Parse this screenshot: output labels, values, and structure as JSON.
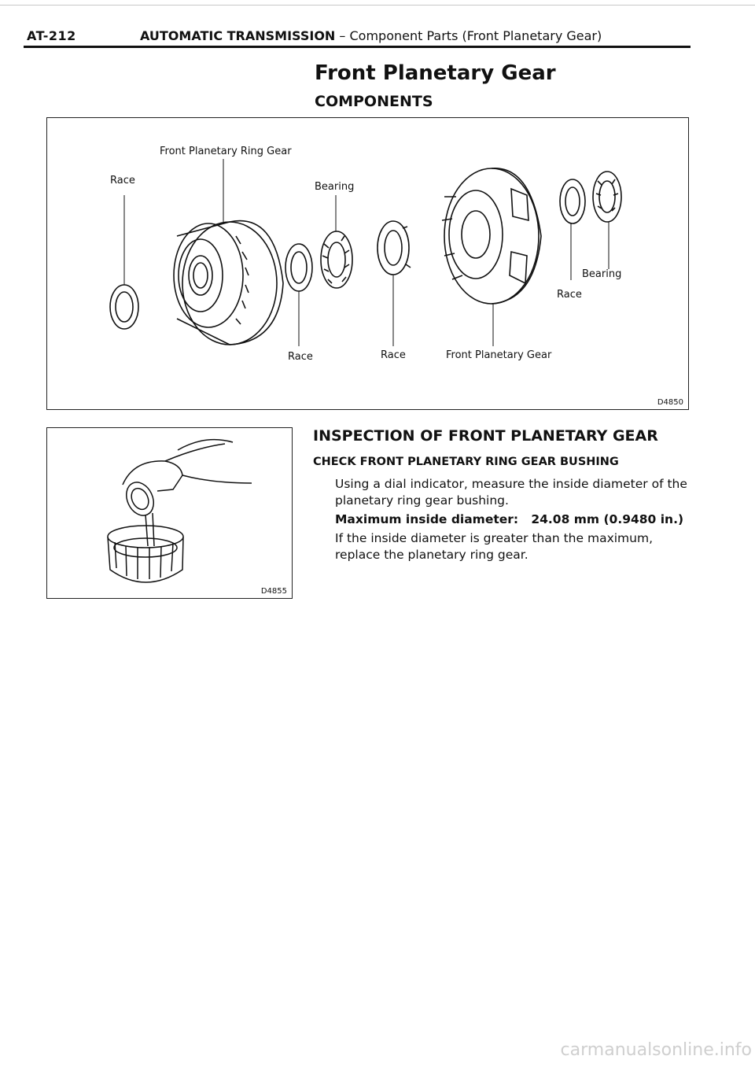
{
  "header": {
    "code": "AT-212",
    "title_bold": "AUTOMATIC TRANSMISSION",
    "title_rest": " – Component Parts (Front Planetary Gear)"
  },
  "section": {
    "title": "Front Planetary Gear",
    "subtitle": "COMPONENTS"
  },
  "figure_components": {
    "labels": {
      "ring_gear": "Front Planetary Ring Gear",
      "race_left": "Race",
      "bearing_top": "Bearing",
      "race_under_bearing": "Race",
      "race_mid": "Race",
      "front_planetary_gear": "Front Planetary Gear",
      "bearing_right": "Bearing",
      "race_right": "Race"
    },
    "code": "D4850"
  },
  "figure_inspection": {
    "code": "D4855"
  },
  "inspection": {
    "heading": "INSPECTION OF FRONT PLANETARY GEAR",
    "subheading": "CHECK FRONT PLANETARY RING GEAR BUSHING",
    "para1": "Using a dial indicator, measure the inside diameter of the planetary ring gear bushing.",
    "spec_label": "Maximum inside diameter:",
    "spec_value": "24.08 mm (0.9480 in.)",
    "para2": "If the inside diameter is greater than the maximum, replace the planetary ring gear."
  },
  "footer": {
    "watermark": "carmanualsonline.info"
  }
}
